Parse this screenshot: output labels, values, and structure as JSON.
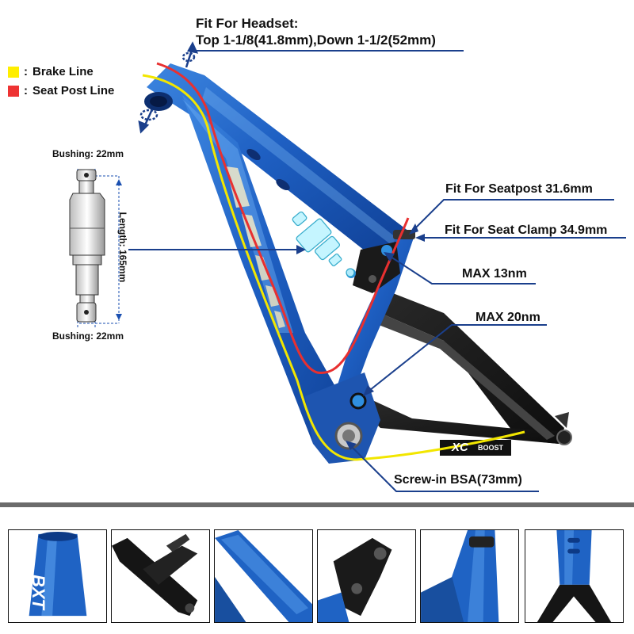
{
  "headset": {
    "title": "Fit For Headset:",
    "detail": "Top 1-1/8(41.8mm),Down 1-1/2(52mm)"
  },
  "legend": {
    "dots": ":",
    "items": [
      {
        "label": "Brake Line",
        "color": "#ffee00"
      },
      {
        "label": "Seat Post Line",
        "color": "#ee3333"
      }
    ]
  },
  "shock": {
    "bushing_top": "Bushing: 22mm",
    "bushing_bottom": "Bushing: 22mm",
    "length": "Length: 165mm"
  },
  "callouts": {
    "seatpost": "Fit For Seatpost 31.6mm",
    "seat_clamp": "Fit For Seat Clamp 34.9mm",
    "max13": "MAX 13nm",
    "max20": "MAX 20nm",
    "bsa": "Screw-in BSA(73mm)"
  },
  "frame_decal": {
    "model": "XC",
    "sub": "BOOST"
  },
  "thumbnail_brand": "BXT",
  "colors": {
    "frame_blue": "#1f63c4",
    "frame_light": "#5aa0ee",
    "brake_line": "#f2e600",
    "seatpost_line": "#e83030",
    "leader": "#1a3f8c",
    "carbon": "#1b1b1b"
  }
}
